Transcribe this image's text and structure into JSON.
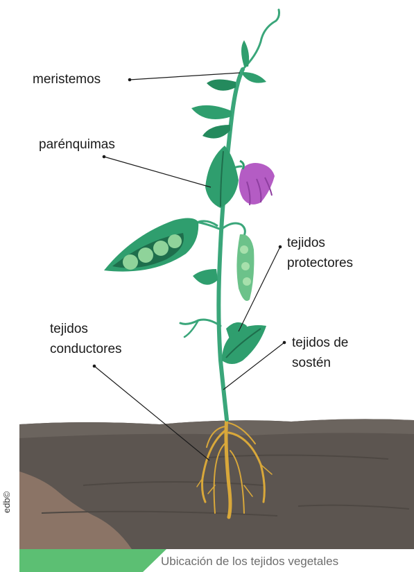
{
  "labels": {
    "meristemos": "meristemos",
    "parenquimas": "parénquimas",
    "protectores_1": "tejidos",
    "protectores_2": "protectores",
    "conductores_1": "tejidos",
    "conductores_2": "conductores",
    "sosten_1": "tejidos de",
    "sosten_2": "sostén"
  },
  "credit": "edb©",
  "caption": "Ubicación de los tejidos vegetales",
  "colors": {
    "leaf": "#2f9e6e",
    "leaf_dark": "#1e6e4c",
    "stem": "#3aa67a",
    "pea": "#8fd39a",
    "flower": "#b45cc4",
    "root": "#d9a83a",
    "soil": "#5c5550",
    "caption_green": "#5cbf73"
  },
  "icons": [
    "plant-illustration",
    "pea-pod",
    "flower",
    "roots",
    "soil"
  ]
}
